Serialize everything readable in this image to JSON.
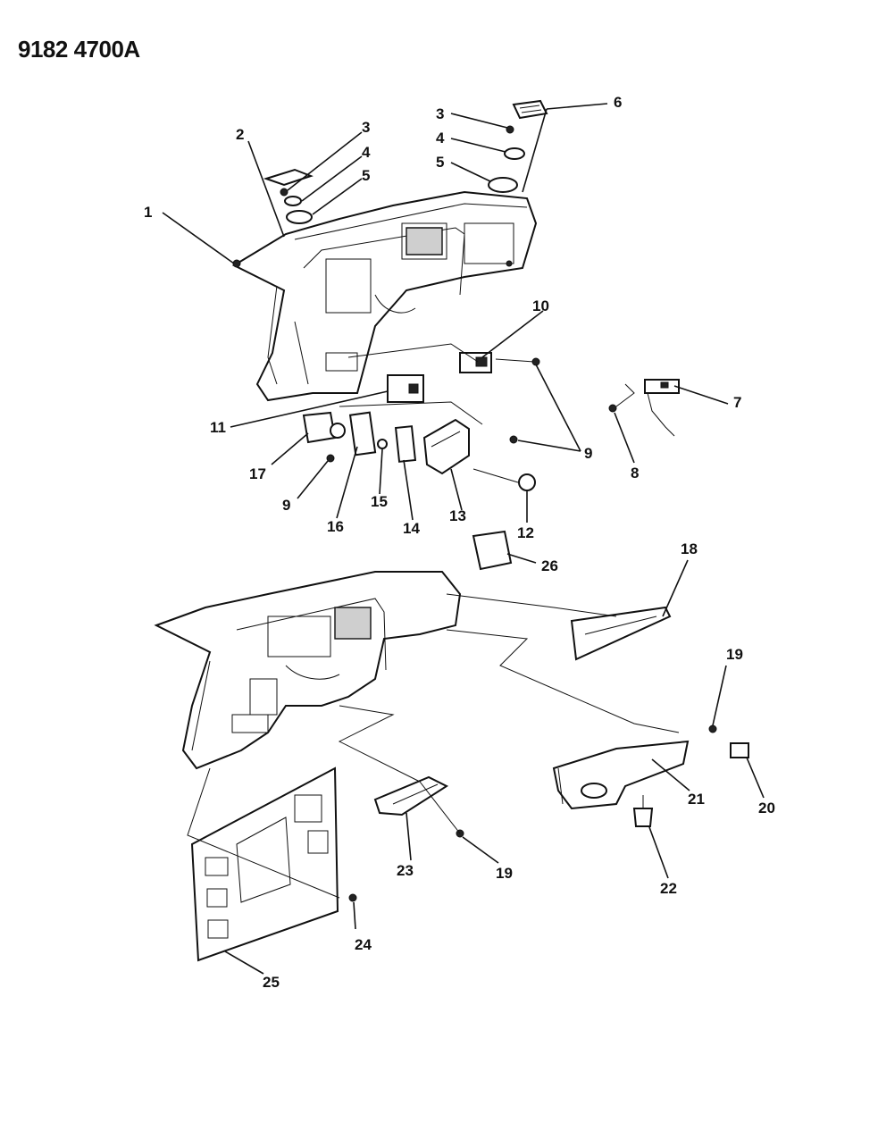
{
  "header": {
    "reference_code": "9182 4700A"
  },
  "callouts": [
    {
      "id": "c1",
      "text": "1"
    },
    {
      "id": "c2",
      "text": "2"
    },
    {
      "id": "c3a",
      "text": "3"
    },
    {
      "id": "c4a",
      "text": "4"
    },
    {
      "id": "c5a",
      "text": "5"
    },
    {
      "id": "c3b",
      "text": "3"
    },
    {
      "id": "c4b",
      "text": "4"
    },
    {
      "id": "c5b",
      "text": "5"
    },
    {
      "id": "c6",
      "text": "6"
    },
    {
      "id": "c7",
      "text": "7"
    },
    {
      "id": "c8",
      "text": "8"
    },
    {
      "id": "c9a",
      "text": "9"
    },
    {
      "id": "c9b",
      "text": "9"
    },
    {
      "id": "c10",
      "text": "10"
    },
    {
      "id": "c11",
      "text": "11"
    },
    {
      "id": "c12",
      "text": "12"
    },
    {
      "id": "c13",
      "text": "13"
    },
    {
      "id": "c14",
      "text": "14"
    },
    {
      "id": "c15",
      "text": "15"
    },
    {
      "id": "c16",
      "text": "16"
    },
    {
      "id": "c17",
      "text": "17"
    },
    {
      "id": "c18",
      "text": "18"
    },
    {
      "id": "c19a",
      "text": "19"
    },
    {
      "id": "c19b",
      "text": "19"
    },
    {
      "id": "c20",
      "text": "20"
    },
    {
      "id": "c21",
      "text": "21"
    },
    {
      "id": "c22",
      "text": "22"
    },
    {
      "id": "c23",
      "text": "23"
    },
    {
      "id": "c24",
      "text": "24"
    },
    {
      "id": "c25",
      "text": "25"
    },
    {
      "id": "c26",
      "text": "26"
    }
  ]
}
